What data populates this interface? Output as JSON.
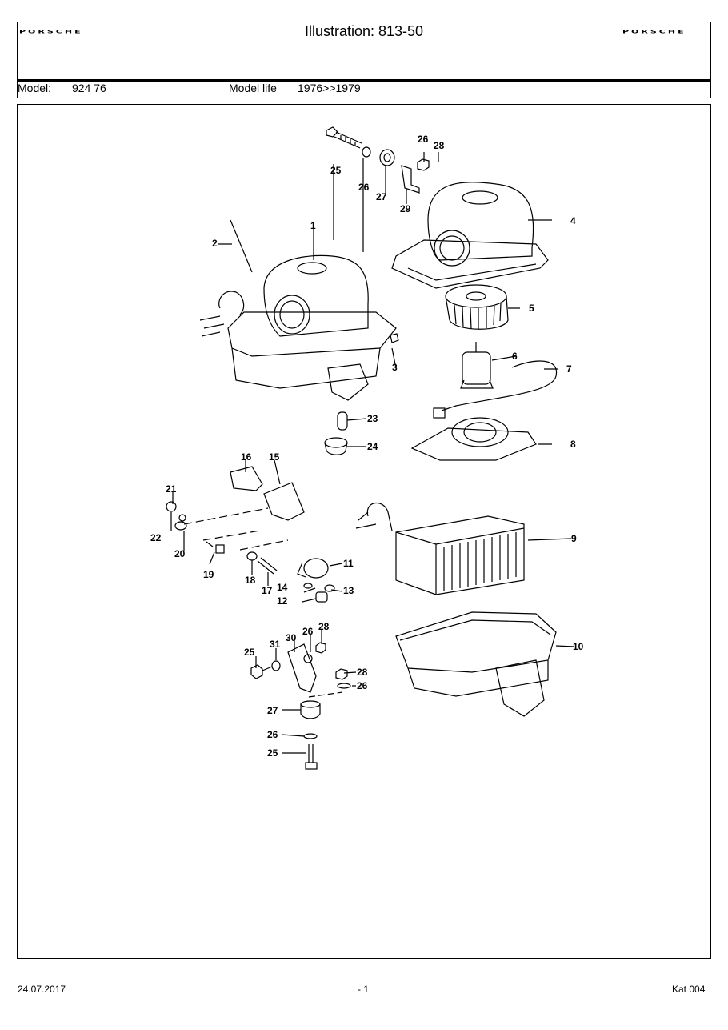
{
  "header": {
    "title": "Illustration: 813-50",
    "logo_left": "PORSCHE",
    "logo_right": "PORSCHE"
  },
  "meta": {
    "model_label": "Model:",
    "model_value": "924 76",
    "model_life_label": "Model life",
    "model_life_value": "1976>>1979"
  },
  "illustration": {
    "callouts": [
      "1",
      "2",
      "3",
      "4",
      "5",
      "6",
      "7",
      "8",
      "9",
      "10",
      "11",
      "12",
      "13",
      "14",
      "15",
      "16",
      "17",
      "18",
      "19",
      "20",
      "21",
      "22",
      "23",
      "24",
      "25",
      "26",
      "27",
      "28",
      "29",
      "30",
      "31"
    ]
  },
  "footer": {
    "date": "24.07.2017",
    "page": "- 1",
    "catalog": "Kat 004"
  }
}
